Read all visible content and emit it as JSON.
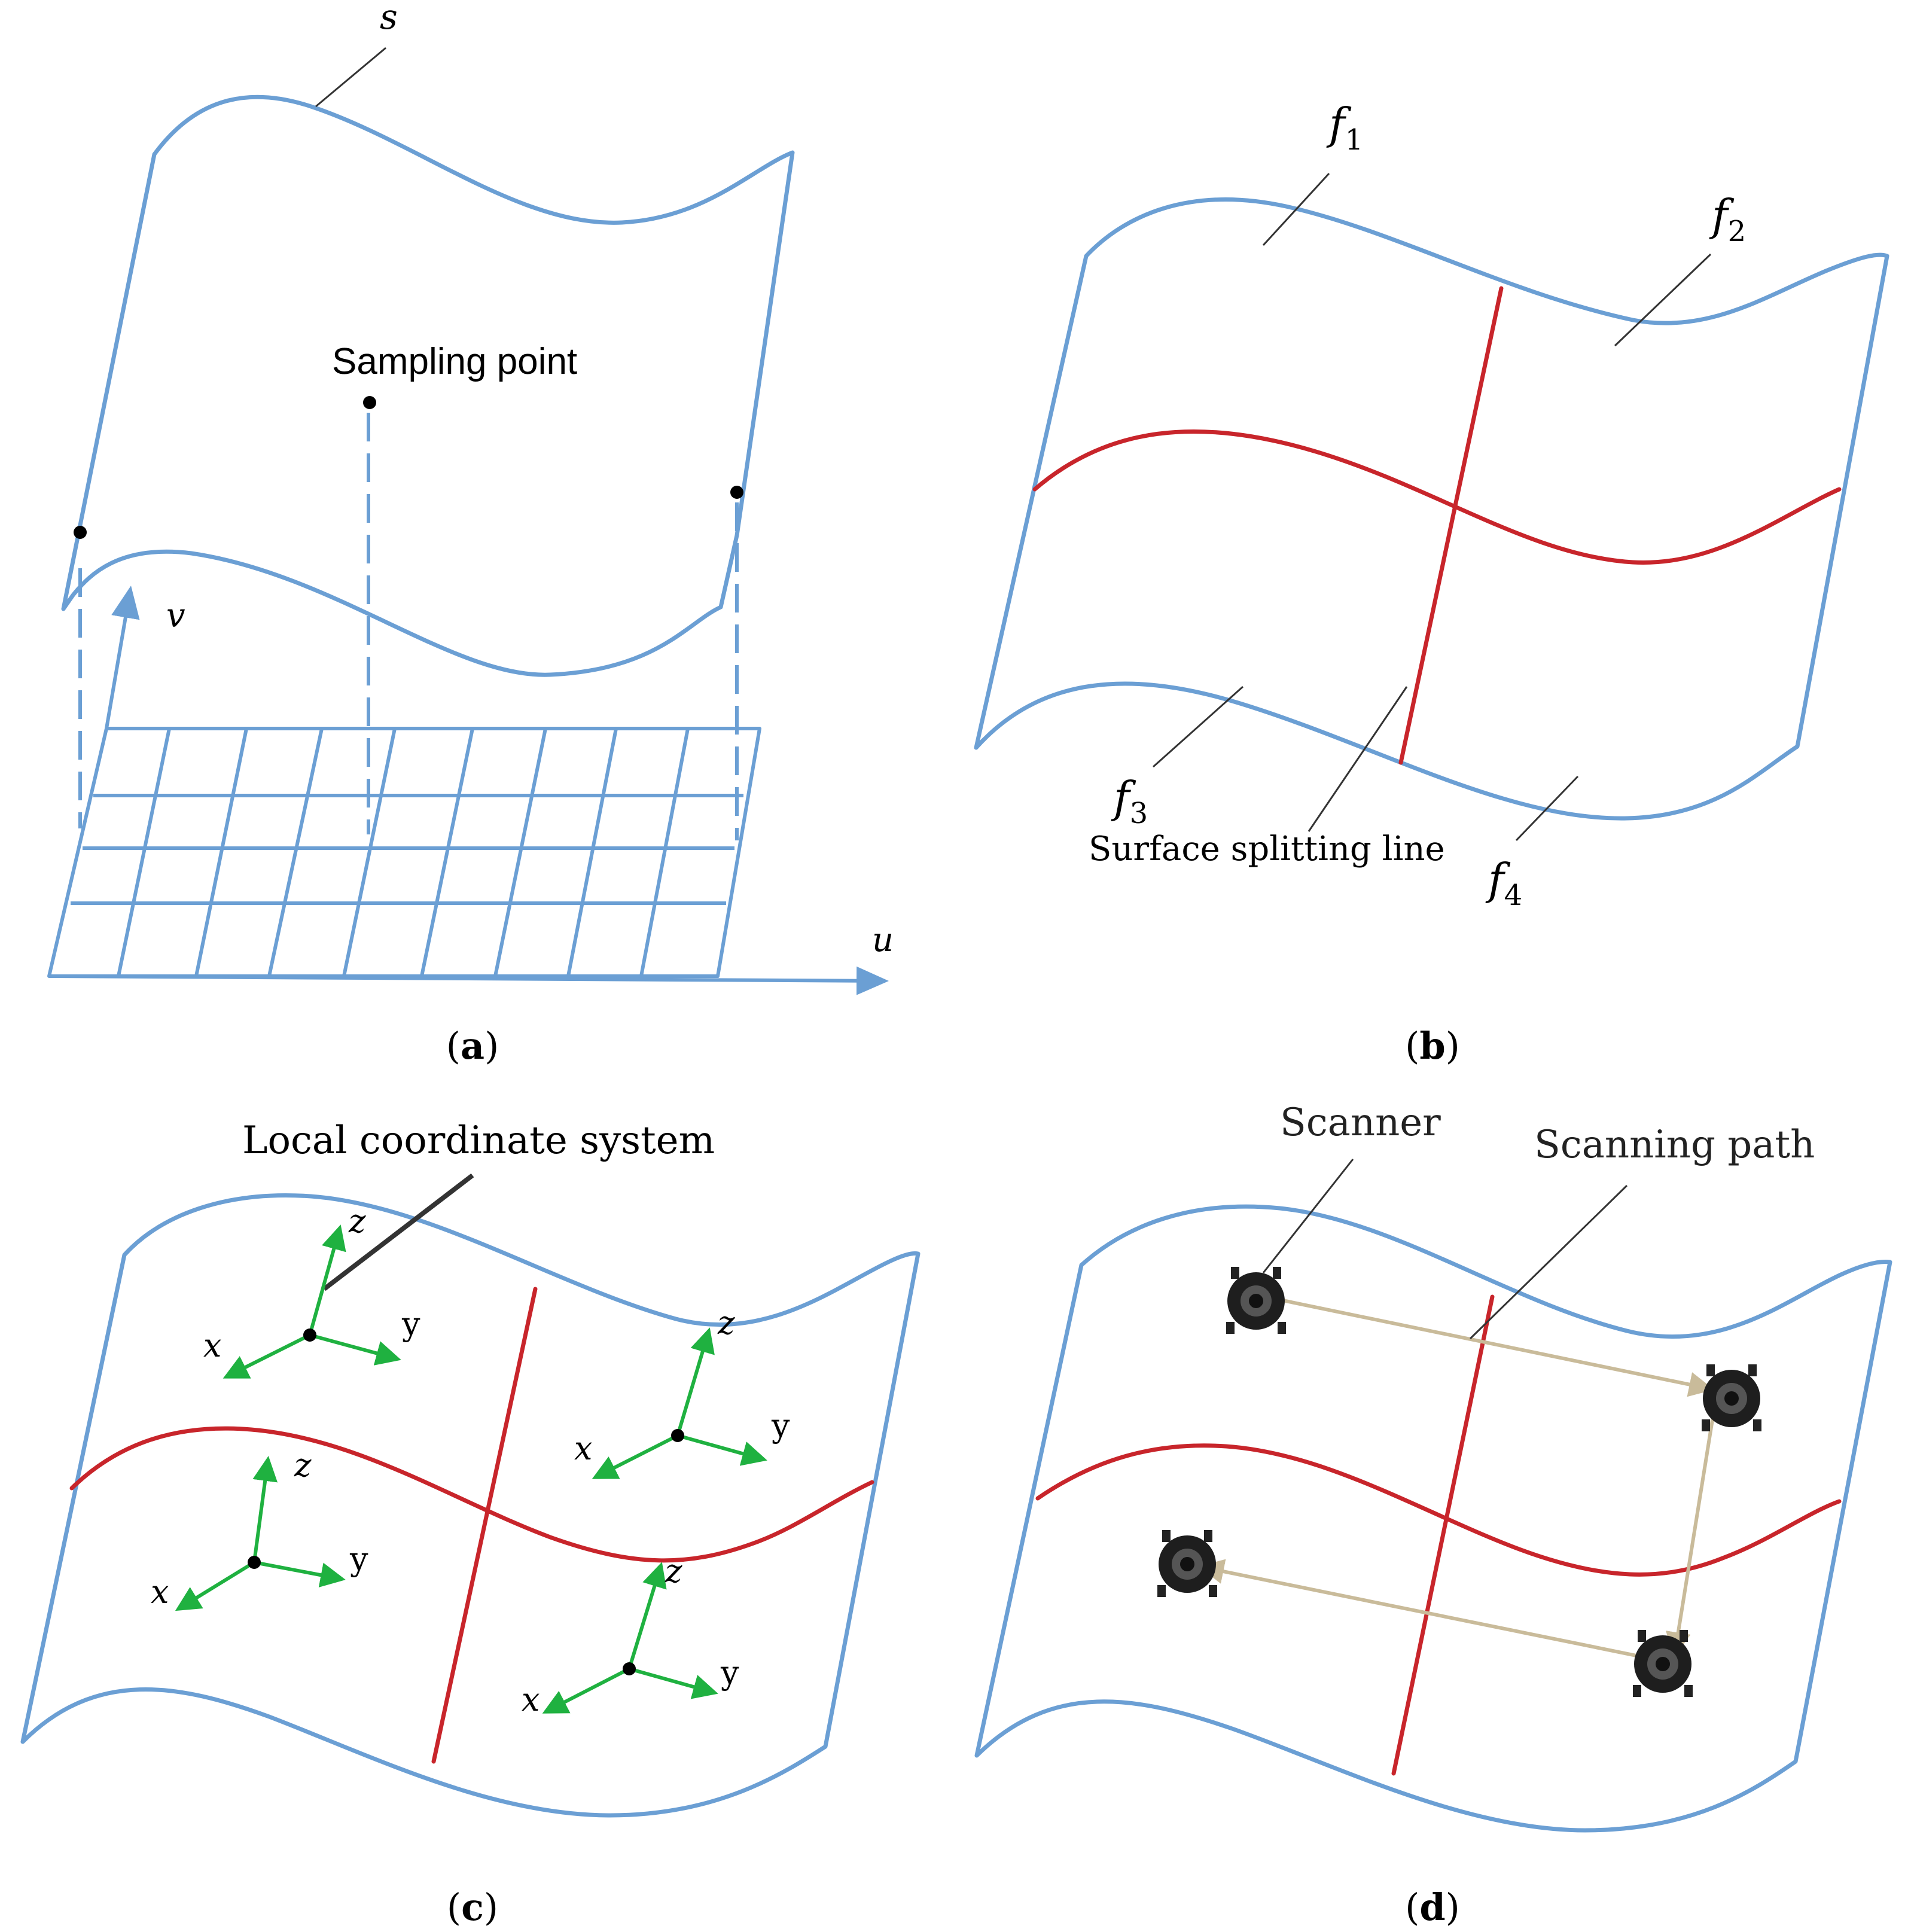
{
  "colors": {
    "surface": "#6b9fd4",
    "split_line": "#c8252b",
    "axes": "#1fb140",
    "scan_path": "#c9bb9a",
    "text": "#000000"
  },
  "panel_a": {
    "caption_open": "(",
    "caption_letter": "a",
    "caption_close": ")",
    "surface_label": "s",
    "sampling_label": "Sampling point",
    "u_label": "u",
    "v_label": "v"
  },
  "panel_b": {
    "caption_open": "(",
    "caption_letter": "b",
    "caption_close": ")",
    "f1": "f",
    "f1_sub": "1",
    "f2": "f",
    "f2_sub": "2",
    "f3": "f",
    "f3_sub": "3",
    "f4": "f",
    "f4_sub": "4",
    "split_label": "Surface splitting line"
  },
  "panel_c": {
    "caption_open": "(",
    "caption_letter": "c",
    "caption_close": ")",
    "lcs_label": "Local coordinate system",
    "axis_x": "x",
    "axis_y": "y",
    "axis_z": "z"
  },
  "panel_d": {
    "caption_open": "(",
    "caption_letter": "d",
    "caption_close": ")",
    "scanner_label": "Scanner",
    "path_label": "Scanning path"
  }
}
